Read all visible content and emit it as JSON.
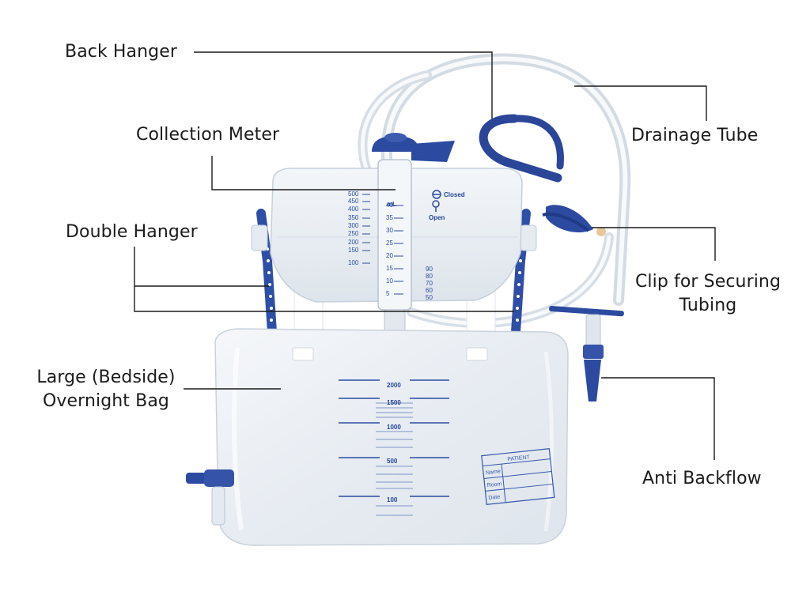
{
  "labels": {
    "back_hanger": "Back Hanger",
    "collection_meter": "Collection Meter",
    "double_hanger": "Double Hanger",
    "large_bag_line1": "Large (Bedside)",
    "large_bag_line2": "Overnight Bag",
    "drainage_tube": "Drainage Tube",
    "clip_line1": "Clip for Securing",
    "clip_line2": "Tubing",
    "anti_backflow": "Anti Backflow"
  },
  "meter": {
    "unit": "mL",
    "closed": "Closed",
    "open": "Open",
    "left_scale": [
      "500",
      "450",
      "400",
      "350",
      "300",
      "250",
      "200",
      "150",
      "100"
    ],
    "center_scale": [
      "40",
      "35",
      "30",
      "25",
      "20",
      "15",
      "10",
      "5"
    ],
    "right_scale": [
      "90",
      "80",
      "70",
      "60",
      "50"
    ]
  },
  "bag": {
    "scale": [
      "2000",
      "1500",
      "1000",
      "500",
      "100"
    ],
    "patient_header": "PATIENT",
    "patient_fields": [
      "Name",
      "Room",
      "Date"
    ]
  },
  "colors": {
    "label_text": "#1b1b1b",
    "leader_line": "#1b1b1b",
    "accent_blue": "#2c4aa0",
    "plastic": "#eef2f6"
  }
}
